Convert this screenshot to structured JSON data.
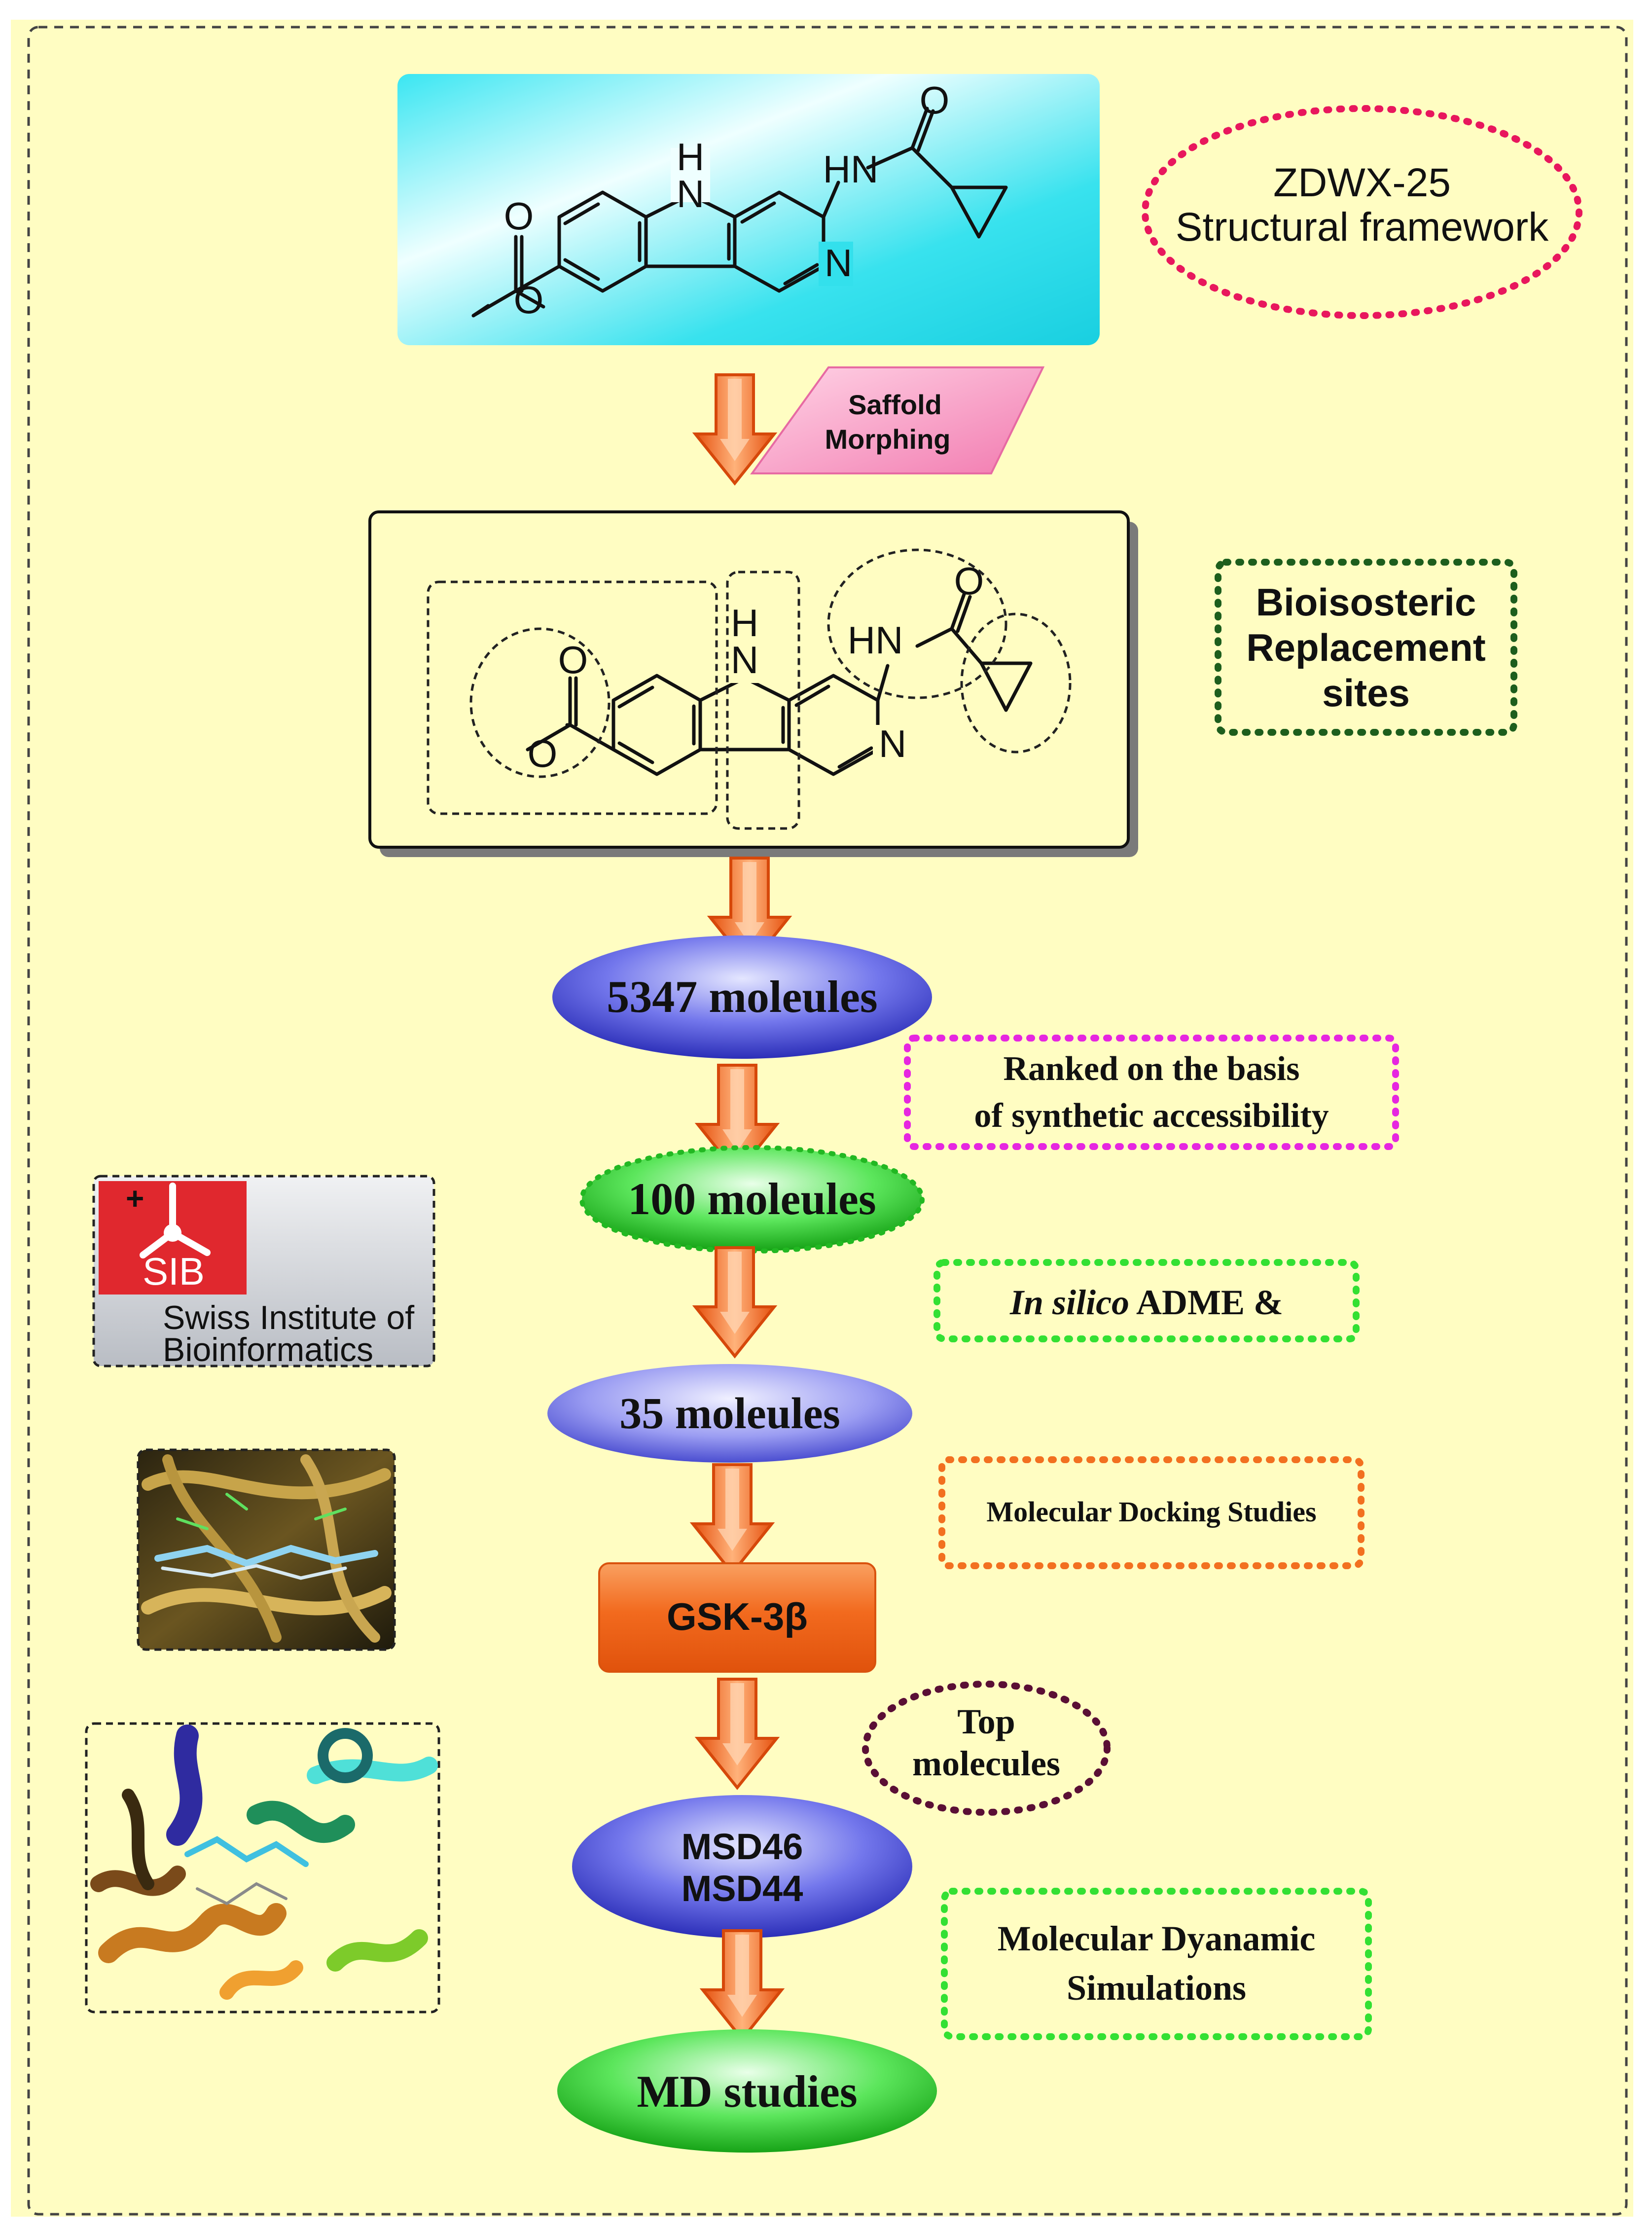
{
  "figure": {
    "scaffold": {
      "title_line1": "ZDWX-25",
      "title_line2": "Structural framework",
      "atom_H": "H",
      "atom_N_ring": "N",
      "atom_HN": "HN",
      "atom_N_pyridine": "N",
      "atom_O_carbonyl": "O",
      "atom_O_ester_carbonyl": "O",
      "atom_O_ester": "O"
    },
    "morphing_label_line1": "Saffold",
    "morphing_label_line2": "Morphing",
    "bioisosteric": {
      "line1": "Bioisosteric",
      "line2": "Replacement",
      "line3": "sites"
    },
    "steps": {
      "s1": "5347 moleules",
      "s2": "100 moleules",
      "s3": "35 moleules",
      "s4": "GSK-3β",
      "s5_line1": "MSD46",
      "s5_line2": "MSD44",
      "s6": "MD studies"
    },
    "notes": {
      "ranked_line1": "Ranked on the basis",
      "ranked_line2": "of synthetic accessibility",
      "adme_italic": "In silico",
      "adme_rest": " ADME &",
      "docking": "Molecular Docking Studies",
      "top_line1": "Top",
      "top_line2": "molecules",
      "md_line1": "Molecular Dyanamic",
      "md_line2": "Simulations"
    },
    "sib_logo": {
      "abbr": "SIB",
      "line1": "Swiss Institute of",
      "line2": "Bioinformatics"
    },
    "colors": {
      "background": "#FFFDC2",
      "scaffold_box": "#27E6F0",
      "arrow": "#F36F21",
      "blue_ellipse": "#5A5FE0",
      "green_ellipse": "#3FD33F",
      "gsk_box": "#F47A2B",
      "pink_para": "#F799C2",
      "sib_red": "#E0282E"
    }
  }
}
